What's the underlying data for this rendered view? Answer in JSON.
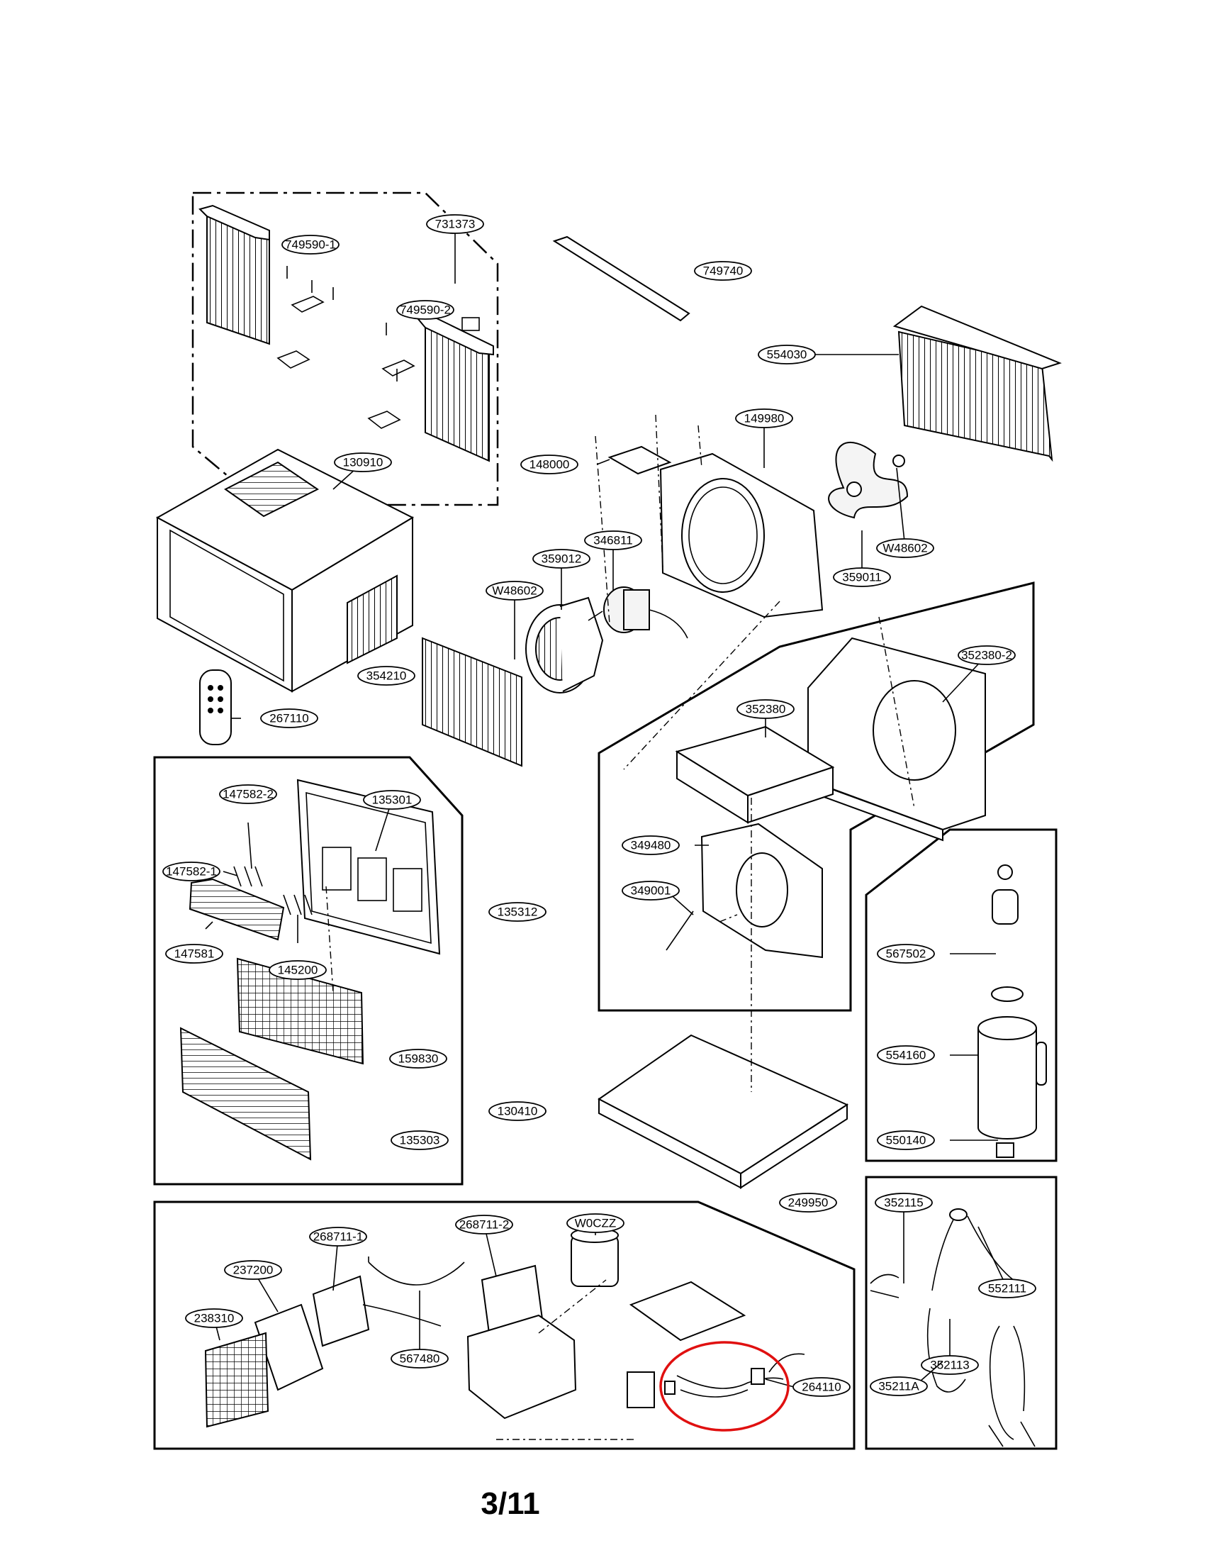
{
  "page_number": "3/11",
  "parts": [
    {
      "id": "731373"
    },
    {
      "id": "749590-1"
    },
    {
      "id": "749590-2"
    },
    {
      "id": "749740"
    },
    {
      "id": "554030"
    },
    {
      "id": "149980"
    },
    {
      "id": "148000"
    },
    {
      "id": "130910"
    },
    {
      "id": "346811"
    },
    {
      "id": "359012"
    },
    {
      "id": "W48602"
    },
    {
      "id": "W48602"
    },
    {
      "id": "359011"
    },
    {
      "id": "354210"
    },
    {
      "id": "267110"
    },
    {
      "id": "352380-2"
    },
    {
      "id": "352380"
    },
    {
      "id": "349480"
    },
    {
      "id": "349001"
    },
    {
      "id": "147582-2"
    },
    {
      "id": "135301"
    },
    {
      "id": "147582-1"
    },
    {
      "id": "135312"
    },
    {
      "id": "147581"
    },
    {
      "id": "145200"
    },
    {
      "id": "159830"
    },
    {
      "id": "135303"
    },
    {
      "id": "130410"
    },
    {
      "id": "567502"
    },
    {
      "id": "554160"
    },
    {
      "id": "550140"
    },
    {
      "id": "249950"
    },
    {
      "id": "268711-1"
    },
    {
      "id": "268711-2"
    },
    {
      "id": "W0CZZ"
    },
    {
      "id": "237200"
    },
    {
      "id": "238310"
    },
    {
      "id": "567480"
    },
    {
      "id": "264110"
    },
    {
      "id": "352115"
    },
    {
      "id": "552111"
    },
    {
      "id": "352113"
    },
    {
      "id": "35211A"
    }
  ],
  "highlight": {
    "part_id": "264110",
    "color": "#e01010"
  }
}
